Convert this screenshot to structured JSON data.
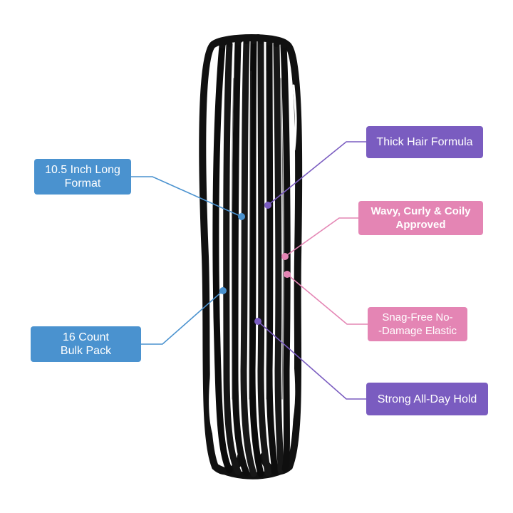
{
  "colors": {
    "blue": "#4a92cf",
    "purple": "#7a5cc0",
    "pink": "#e485b4",
    "bands": "#0f0f0f",
    "background": "#ffffff"
  },
  "product": {
    "name": "black-elastic-hair-ties-bundle"
  },
  "callouts": {
    "length": {
      "line1": "10.5 Inch Long",
      "line2": "Format"
    },
    "count": {
      "line1": "16 Count",
      "line2": "Bulk Pack"
    },
    "thick": {
      "line1": "Thick Hair Formula"
    },
    "wavy": {
      "line1": "Wavy, Curly & Coily",
      "line2": "Approved"
    },
    "snag": {
      "line1": "Snag-Free No-",
      "line2": "-Damage Elastic"
    },
    "hold": {
      "line1": "Strong All-Day Hold"
    }
  }
}
